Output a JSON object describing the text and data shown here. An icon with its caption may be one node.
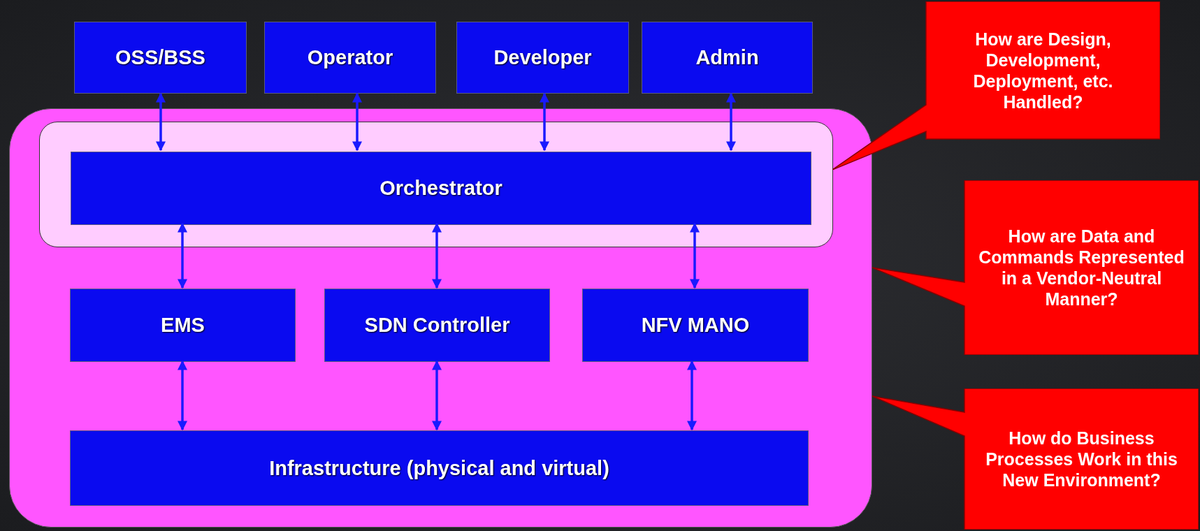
{
  "diagram": {
    "nodes": [
      {
        "text": [
          "OSS/BSS"
        ]
      },
      {
        "text": [
          "Operator"
        ]
      },
      {
        "text": [
          "Developer"
        ]
      },
      {
        "text": [
          "Admin"
        ]
      },
      {
        "text": [],
        "shape": "box"
      },
      {
        "text": [],
        "shape": "box",
        "in": 4
      },
      {
        "text": [
          "Orchestrator"
        ],
        "in": 5
      },
      {
        "text": [
          "EMS"
        ],
        "in": 4
      },
      {
        "text": [
          "SDN Controller"
        ],
        "in": 4
      },
      {
        "text": [
          "NFV MANO"
        ],
        "in": 4
      },
      {
        "text": [
          "Infrastructure (physical and virtual)"
        ],
        "in": 4
      },
      {
        "text": [
          "How are Design, Development, Deployment, etc. Handled?"
        ]
      },
      {
        "text": [
          "How are Data and Commands Represented in a Vendor-Neutral Manner?"
        ]
      },
      {
        "text": [
          "How do Business Processes Work in this New Environment?"
        ]
      }
    ],
    "edges": [
      {
        "from": 0,
        "to": 6,
        "arrow": "both"
      },
      {
        "from": 1,
        "to": 6,
        "arrow": "both"
      },
      {
        "from": 2,
        "to": 6,
        "arrow": "both"
      },
      {
        "from": 3,
        "to": 6,
        "arrow": "both"
      },
      {
        "from": 6,
        "to": 7,
        "arrow": "both"
      },
      {
        "from": 6,
        "to": 8,
        "arrow": "both"
      },
      {
        "from": 6,
        "to": 9,
        "arrow": "both"
      },
      {
        "from": 7,
        "to": 10,
        "arrow": "both"
      },
      {
        "from": 8,
        "to": 10,
        "arrow": "both"
      },
      {
        "from": 9,
        "to": 10,
        "arrow": "both"
      }
    ]
  }
}
